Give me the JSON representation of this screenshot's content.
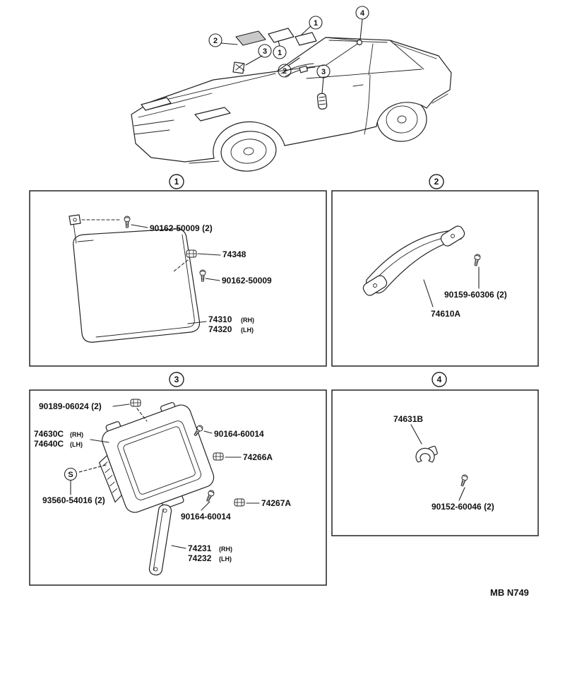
{
  "doc": {
    "footer_code": "MB N749"
  },
  "car_callouts": [
    {
      "n": "2"
    },
    {
      "n": "1"
    },
    {
      "n": "4"
    },
    {
      "n": "3"
    },
    {
      "n": "1"
    },
    {
      "n": "2"
    },
    {
      "n": "3"
    }
  ],
  "panel1": {
    "number": "1",
    "screw_top": "90162-50009 (2)",
    "holder_clip": "74348",
    "screw_bottom": "90162-50009",
    "visor_rh": "74310",
    "visor_rh_tag": "(RH)",
    "visor_lh": "74320",
    "visor_lh_tag": "(LH)"
  },
  "panel2": {
    "number": "2",
    "screw": "90159-60306 (2)",
    "grip": "74610A"
  },
  "panel3": {
    "number": "3",
    "screw_top": "90189-06024 (2)",
    "mirror_rh": "74630C",
    "mirror_rh_tag": "(RH)",
    "mirror_lh": "74640C",
    "mirror_lh_tag": "(LH)",
    "screw_right": "90164-60014",
    "clip_right": "74266A",
    "s_mark": "S",
    "screw_s": "93560-54016 (2)",
    "screw_lower": "90164-60014",
    "clip_lower": "74267A",
    "plate_rh": "74231",
    "plate_rh_tag": "(RH)",
    "plate_lh": "74232",
    "plate_lh_tag": "(LH)"
  },
  "panel4": {
    "number": "4",
    "holder": "74631B",
    "screw": "90152-60046 (2)"
  }
}
